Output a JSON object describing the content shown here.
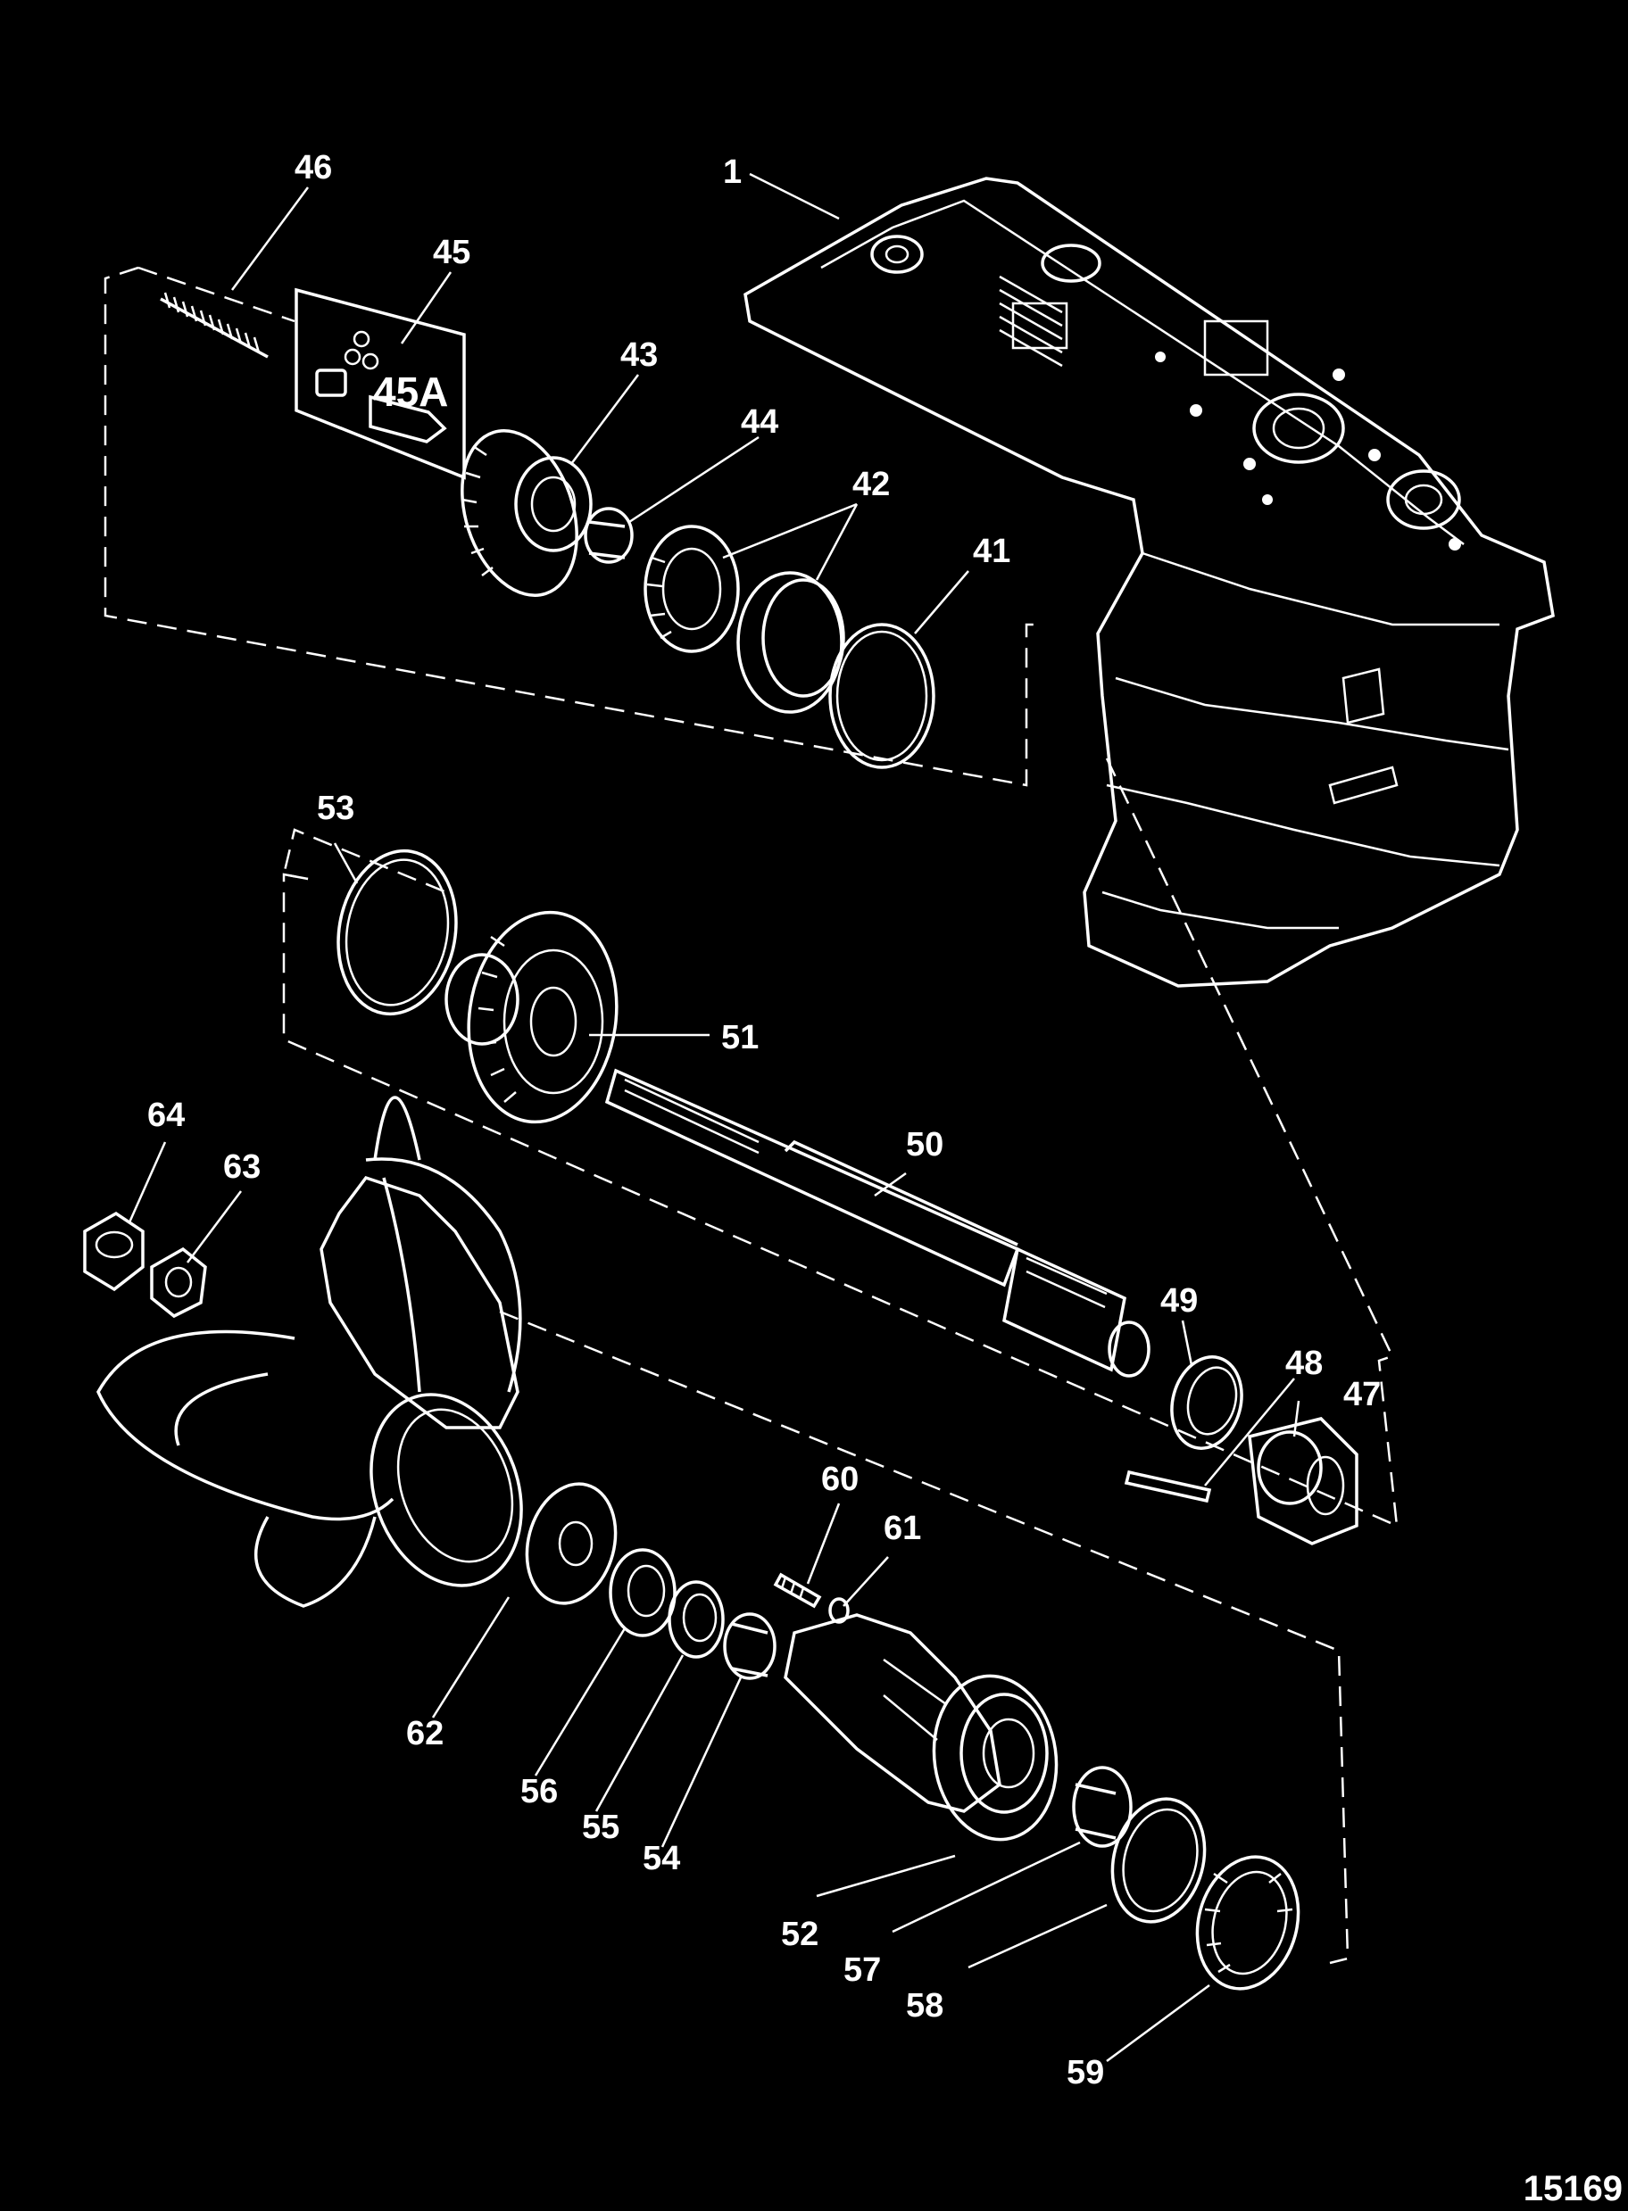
{
  "figure_number": "15169",
  "callouts": [
    {
      "id": "c1",
      "text": "1"
    },
    {
      "id": "c41",
      "text": "41"
    },
    {
      "id": "c42",
      "text": "42"
    },
    {
      "id": "c43",
      "text": "43"
    },
    {
      "id": "c44",
      "text": "44"
    },
    {
      "id": "c45",
      "text": "45"
    },
    {
      "id": "c45A",
      "text": "45A"
    },
    {
      "id": "c46",
      "text": "46"
    },
    {
      "id": "c47",
      "text": "47"
    },
    {
      "id": "c48",
      "text": "48"
    },
    {
      "id": "c49",
      "text": "49"
    },
    {
      "id": "c50",
      "text": "50"
    },
    {
      "id": "c51",
      "text": "51"
    },
    {
      "id": "c52",
      "text": "52"
    },
    {
      "id": "c53",
      "text": "53"
    },
    {
      "id": "c54",
      "text": "54"
    },
    {
      "id": "c55",
      "text": "55"
    },
    {
      "id": "c56",
      "text": "56"
    },
    {
      "id": "c57",
      "text": "57"
    },
    {
      "id": "c58",
      "text": "58"
    },
    {
      "id": "c59",
      "text": "59"
    },
    {
      "id": "c60",
      "text": "60"
    },
    {
      "id": "c61",
      "text": "61"
    },
    {
      "id": "c62",
      "text": "62"
    },
    {
      "id": "c63",
      "text": "63"
    },
    {
      "id": "c64",
      "text": "64"
    }
  ]
}
